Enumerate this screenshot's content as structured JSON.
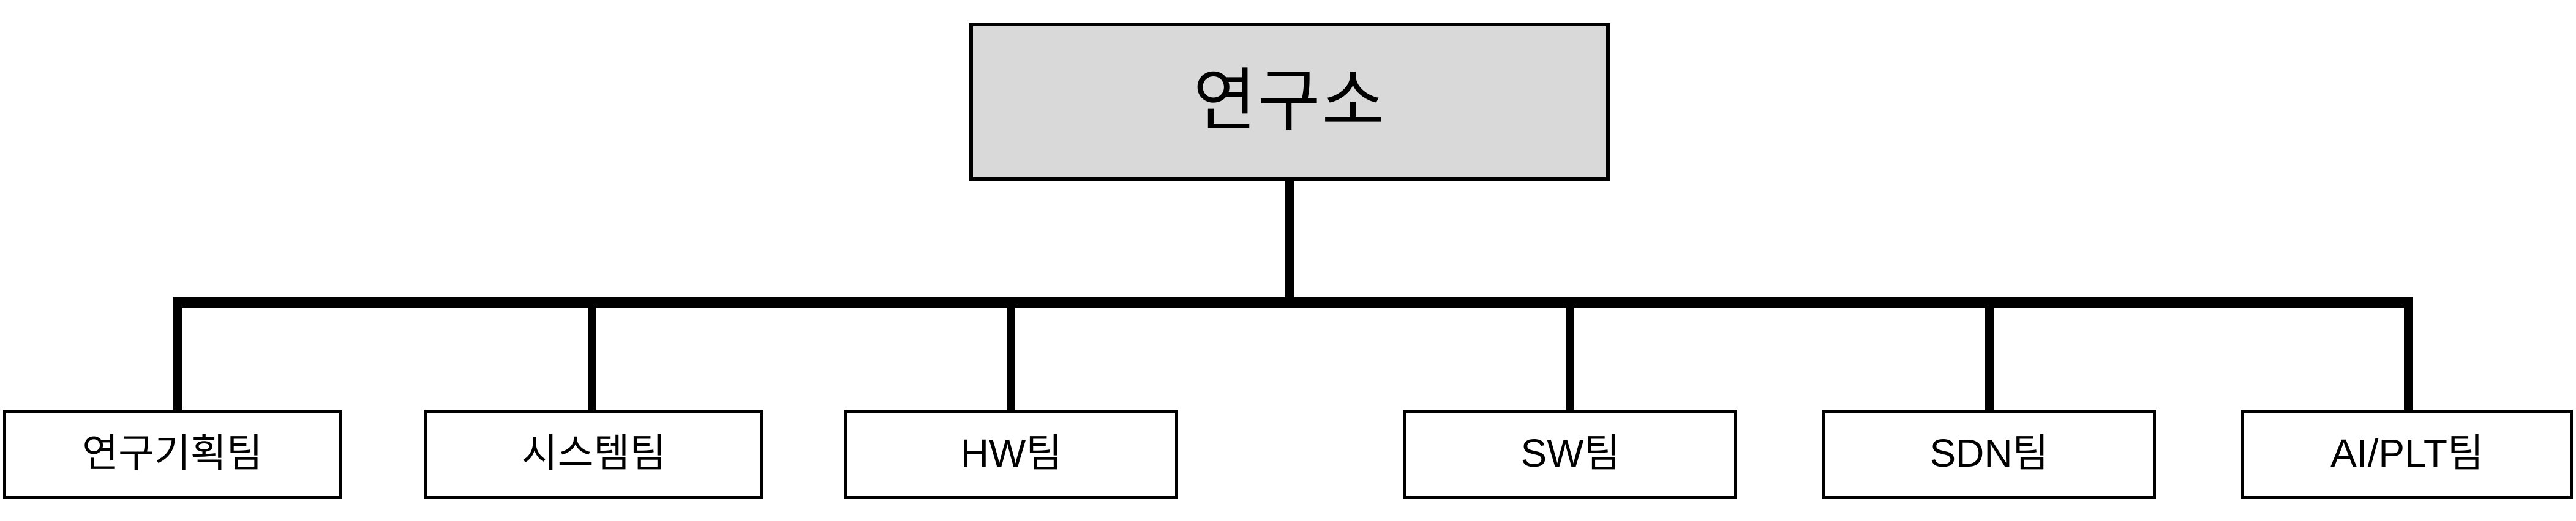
{
  "diagram": {
    "type": "org-chart",
    "orientation": "top-down",
    "colors": {
      "node_border": "#000000",
      "root_fill": "#d9d9d9",
      "leaf_fill": "#ffffff",
      "connector": "#000000",
      "text": "#000000",
      "background": "#ffffff"
    },
    "root": {
      "label": "연구소"
    },
    "children": [
      {
        "label": "연구기획팀"
      },
      {
        "label": "시스템팀"
      },
      {
        "label": "HW팀"
      },
      {
        "label": "SW팀"
      },
      {
        "label": "SDN팀"
      },
      {
        "label": "AI/PLT팀"
      }
    ]
  }
}
